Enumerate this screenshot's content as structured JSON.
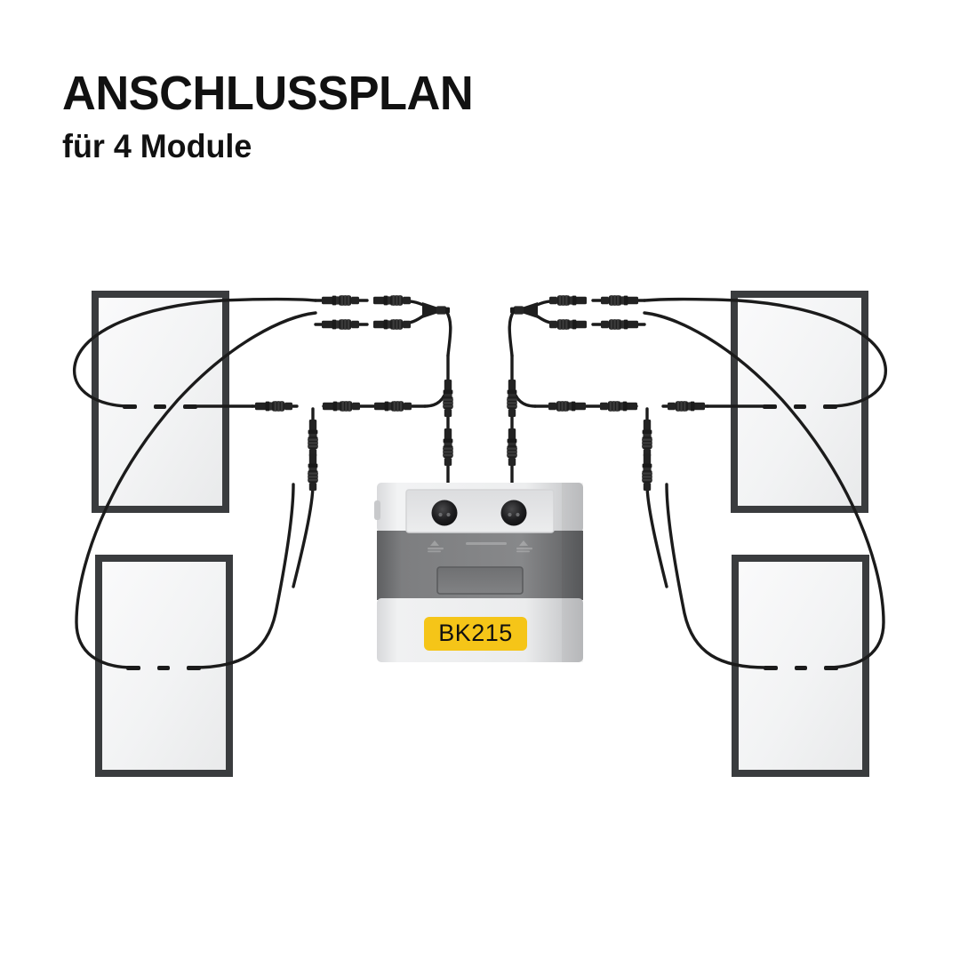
{
  "header": {
    "title": "ANSCHLUSSPLAN",
    "subtitle": "für 4 Module"
  },
  "inverter": {
    "model_label": "BK215",
    "label_bg_color": "#F5C518",
    "label_text_color": "#111111",
    "body_color": "#E8E9EA",
    "band_color": "#7E7E7E",
    "port_count": 2,
    "ports": [
      {
        "name": "dc-input-1"
      },
      {
        "name": "dc-input-2"
      }
    ]
  },
  "modules": [
    {
      "id": "module-top-left",
      "position": "top-left",
      "frame_color": "#3A3C3E",
      "face_color": "#F4F5F6"
    },
    {
      "id": "module-bottom-left",
      "position": "bottom-left",
      "frame_color": "#3A3C3E",
      "face_color": "#F4F5F6"
    },
    {
      "id": "module-top-right",
      "position": "top-right",
      "frame_color": "#3A3C3E",
      "face_color": "#F4F5F6"
    },
    {
      "id": "module-bottom-right",
      "position": "bottom-right",
      "frame_color": "#3A3C3E",
      "face_color": "#F4F5F6"
    }
  ],
  "wiring": {
    "cable_color": "#1B1B1B",
    "connector_color": "#2A2A2A",
    "module_count": 4,
    "splitter_count": 2
  }
}
